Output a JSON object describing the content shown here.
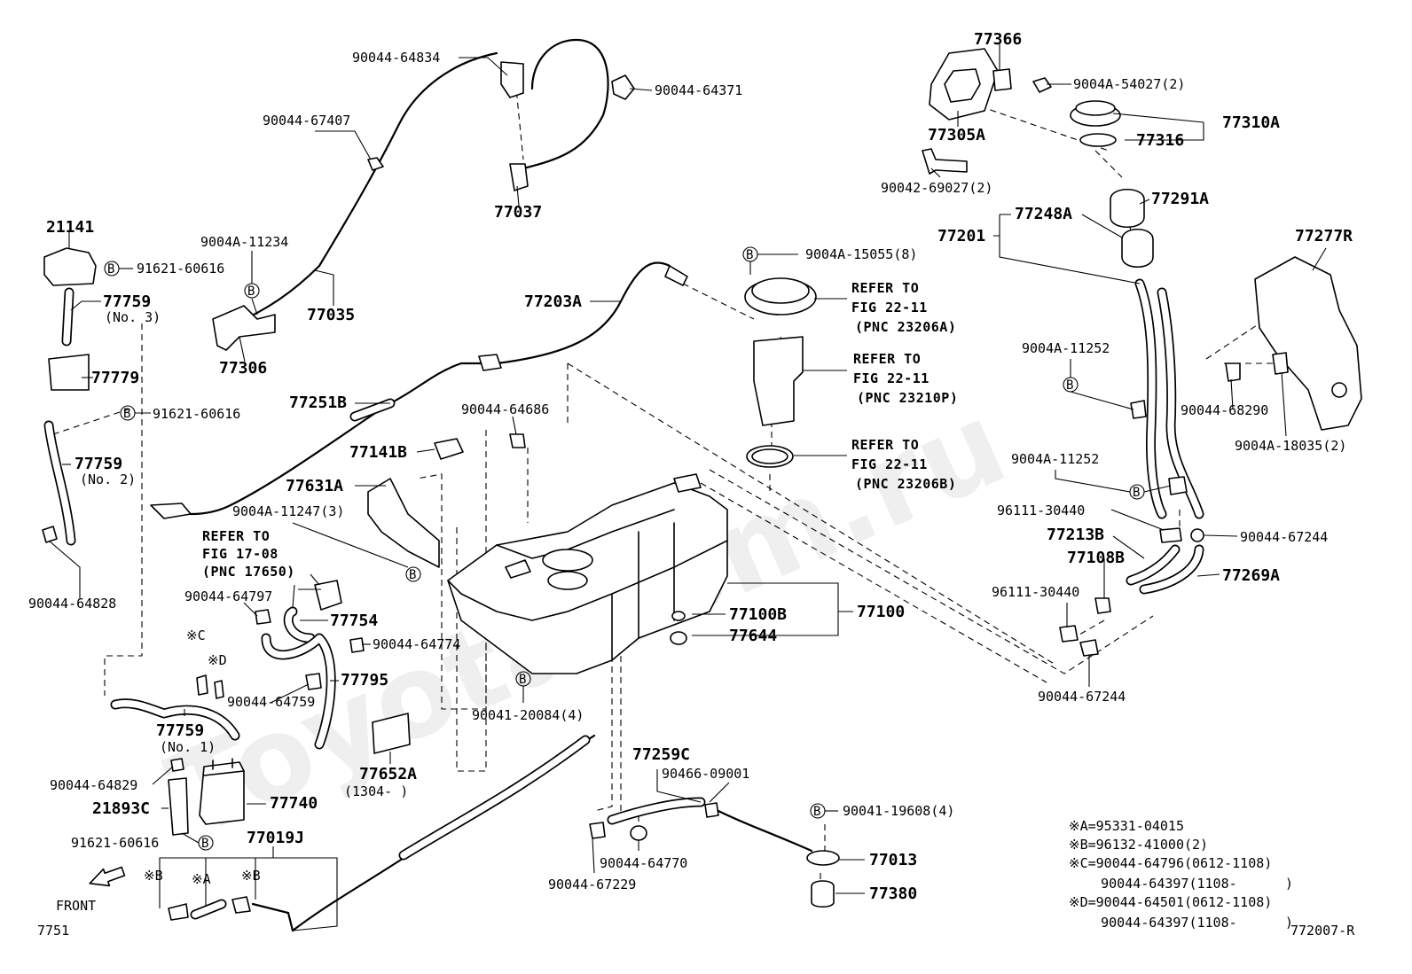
{
  "watermark": "ToyotaCom.ru",
  "diagram_id": "772007-R",
  "page_ref": "7751",
  "front_label": "FRONT",
  "b_marker": "B",
  "parts": [
    {
      "id": "p_77366",
      "text": "77366"
    },
    {
      "id": "p_90044_64834",
      "text": "90044-64834"
    },
    {
      "id": "p_90044_64371",
      "text": "90044-64371"
    },
    {
      "id": "p_9004A_54027",
      "text": "9004A-54027(2)"
    },
    {
      "id": "p_77310A",
      "text": "77310A"
    },
    {
      "id": "p_77316",
      "text": "77316"
    },
    {
      "id": "p_77305A",
      "text": "77305A"
    },
    {
      "id": "p_90044_67407",
      "text": "90044-67407"
    },
    {
      "id": "p_77037",
      "text": "77037"
    },
    {
      "id": "p_90042_69027",
      "text": "90042-69027(2)"
    },
    {
      "id": "p_77291A",
      "text": "77291A"
    },
    {
      "id": "p_77248A",
      "text": "77248A"
    },
    {
      "id": "p_77201",
      "text": "77201"
    },
    {
      "id": "p_77277R",
      "text": "77277R"
    },
    {
      "id": "p_21141",
      "text": "21141"
    },
    {
      "id": "p_9004A_11234",
      "text": "9004A-11234"
    },
    {
      "id": "p_91621_60616_a",
      "text": "91621-60616"
    },
    {
      "id": "p_9004A_15055",
      "text": "9004A-15055(8)"
    },
    {
      "id": "p_77759_3",
      "text": "77759"
    },
    {
      "id": "p_no3",
      "text": "(No. 3)"
    },
    {
      "id": "p_77035",
      "text": "77035"
    },
    {
      "id": "p_77203A",
      "text": "77203A"
    },
    {
      "id": "p_77306",
      "text": "77306"
    },
    {
      "id": "p_77779",
      "text": "77779"
    },
    {
      "id": "p_9004A_11252_a",
      "text": "9004A-11252"
    },
    {
      "id": "p_90044_68290",
      "text": "90044-68290"
    },
    {
      "id": "p_9004A_18035",
      "text": "9004A-18035(2)"
    },
    {
      "id": "p_91621_60616_b",
      "text": "91621-60616"
    },
    {
      "id": "p_77251B",
      "text": "77251B"
    },
    {
      "id": "p_90044_64686",
      "text": "90044-64686"
    },
    {
      "id": "p_77141B",
      "text": "77141B"
    },
    {
      "id": "p_77759_2",
      "text": "77759"
    },
    {
      "id": "p_no2",
      "text": "(No. 2)"
    },
    {
      "id": "p_9004A_11252_b",
      "text": "9004A-11252"
    },
    {
      "id": "p_77631A",
      "text": "77631A"
    },
    {
      "id": "p_9004A_11247",
      "text": "9004A-11247(3)"
    },
    {
      "id": "p_96111_30440_a",
      "text": "96111-30440"
    },
    {
      "id": "p_77213B",
      "text": "77213B"
    },
    {
      "id": "p_90044_67244_a",
      "text": "90044-67244"
    },
    {
      "id": "p_77108B",
      "text": "77108B"
    },
    {
      "id": "p_77269A",
      "text": "77269A"
    },
    {
      "id": "p_90044_64828",
      "text": "90044-64828"
    },
    {
      "id": "p_90044_64797",
      "text": "90044-64797"
    },
    {
      "id": "p_96111_30440_b",
      "text": "96111-30440"
    },
    {
      "id": "p_77754",
      "text": "77754"
    },
    {
      "id": "p_77100",
      "text": "77100"
    },
    {
      "id": "p_77100B",
      "text": "77100B"
    },
    {
      "id": "p_77644",
      "text": "77644"
    },
    {
      "id": "p_90044_64774",
      "text": "90044-64774"
    },
    {
      "id": "p_90044_64759",
      "text": "90044-64759"
    },
    {
      "id": "p_77795",
      "text": "77795"
    },
    {
      "id": "p_90044_67244_b",
      "text": "90044-67244"
    },
    {
      "id": "p_90041_20084",
      "text": "90041-20084(4)"
    },
    {
      "id": "p_77759_1",
      "text": "77759"
    },
    {
      "id": "p_no1",
      "text": "(No. 1)"
    },
    {
      "id": "p_77259C",
      "text": "77259C"
    },
    {
      "id": "p_90466_09001",
      "text": "90466-09001"
    },
    {
      "id": "p_77652A",
      "text": "77652A"
    },
    {
      "id": "p_1304",
      "text": "(1304-     )"
    },
    {
      "id": "p_90044_64829",
      "text": "90044-64829"
    },
    {
      "id": "p_21893C",
      "text": "21893C"
    },
    {
      "id": "p_77740",
      "text": "77740"
    },
    {
      "id": "p_90041_19608",
      "text": "90041-19608(4)"
    },
    {
      "id": "p_91621_60616_c",
      "text": "91621-60616"
    },
    {
      "id": "p_77019J",
      "text": "77019J"
    },
    {
      "id": "p_90044_64770",
      "text": "90044-64770"
    },
    {
      "id": "p_77013",
      "text": "77013"
    },
    {
      "id": "p_90044_67229",
      "text": "90044-67229"
    },
    {
      "id": "p_77380",
      "text": "77380"
    },
    {
      "id": "p_xC",
      "text": "※C"
    },
    {
      "id": "p_xD",
      "text": "※D"
    },
    {
      "id": "p_xB1",
      "text": "※B"
    },
    {
      "id": "p_xA",
      "text": "※A"
    },
    {
      "id": "p_xB2",
      "text": "※B"
    }
  ],
  "refer_notes": [
    {
      "id": "r1",
      "lines": [
        "REFER TO",
        "FIG 22-11",
        "(PNC 23206A)"
      ]
    },
    {
      "id": "r2",
      "lines": [
        "REFER TO",
        "FIG 22-11",
        "(PNC 23210P)"
      ]
    },
    {
      "id": "r3",
      "lines": [
        "REFER TO",
        "FIG 22-11",
        "(PNC 23206B)"
      ]
    },
    {
      "id": "r4",
      "lines": [
        "REFER TO",
        "FIG 17-08",
        "(PNC 17650)"
      ]
    }
  ],
  "legend": [
    "※A=95331-04015",
    "※B=96132-41000(2)",
    "※C=90044-64796(0612-1108)",
    "    90044-64397(1108-      )",
    "※D=90044-64501(0612-1108)",
    "    90044-64397(1108-      )"
  ]
}
